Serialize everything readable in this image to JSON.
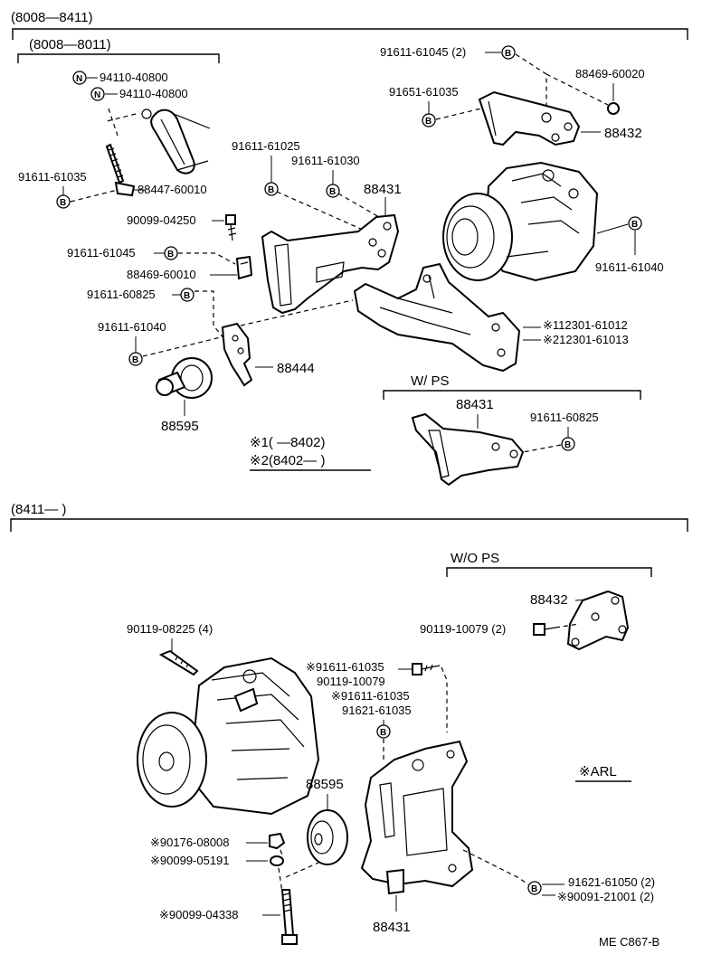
{
  "sections": {
    "top_range": "(8008—8411)",
    "top_sub_range": "(8008—8011)",
    "bottom_range": "(8411—         )",
    "w_ps": "W/ PS",
    "wo_ps": "W/O PS"
  },
  "symbols": {
    "nut": "N",
    "bolt": "B"
  },
  "labels": {
    "p94110_40800_a": "94110-40800",
    "p94110_40800_b": "94110-40800",
    "p91611_61035_a": "91611-61035",
    "p88447_60010": "88447-60010",
    "p91611_61045_2": "91611-61045 (2)",
    "p88469_60020": "88469-60020",
    "p91651_61035": "91651-61035",
    "p88432_top": "88432",
    "p91611_61025": "91611-61025",
    "p91611_61030": "91611-61030",
    "p88431_top": "88431",
    "p90099_04250": "90099-04250",
    "p91611_61045": "91611-61045",
    "p88469_60010": "88469-60010",
    "p91611_60825_a": "91611-60825",
    "p91611_61040_a": "91611-61040",
    "p91611_61040_b": "91611-61040",
    "p112301": "※112301-61012",
    "p212301": "※212301-61013",
    "p88444": "88444",
    "p88595_top": "88595",
    "p88431_wps": "88431",
    "p91611_60825_b": "91611-60825",
    "note1": "※1(      —8402)",
    "note2": "※2(8402—        )",
    "p88432_bottom": "88432",
    "p90119_10079_2": "90119-10079 (2)",
    "p90119_08225_4": "90119-08225 (4)",
    "p91611_61035_s1": "※91611-61035",
    "p90119_10079": "90119-10079",
    "p91611_61035_s2": "※91611-61035",
    "p91621_61035": "91621-61035",
    "p88595_bottom": "88595",
    "p90176_08008": "※90176-08008",
    "p90099_05191": "※90099-05191",
    "p90099_04338": "※90099-04338",
    "p88431_bottom": "88431",
    "p91621_61050_2": "91621-61050 (2)",
    "p90091_21001_2": "※90091-21001 (2)",
    "arl_note": "※ARL",
    "figure_code": "ME  C867-B"
  }
}
